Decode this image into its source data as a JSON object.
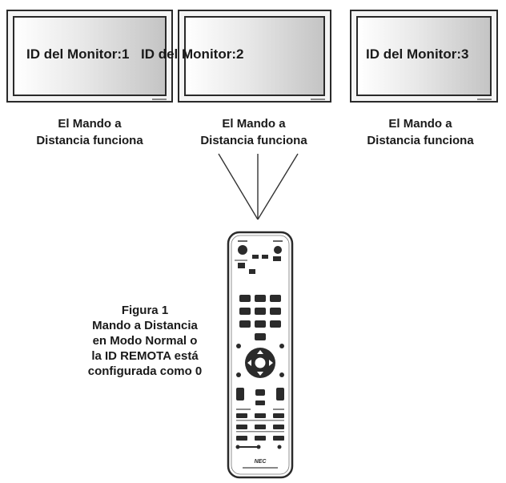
{
  "monitors": [
    {
      "id_label": "ID del Monitor:1",
      "status_line1": "El Mando a",
      "status_line2": "Distancia funciona"
    },
    {
      "id_label": "ID del Monitor:2",
      "status_line1": "El Mando a",
      "status_line2": "Distancia funciona"
    },
    {
      "id_label": "ID del Monitor:3",
      "status_line1": "El Mando a",
      "status_line2": "Distancia funciona"
    }
  ],
  "caption": {
    "lines": [
      "Figura 1",
      "Mando a Distancia",
      "en Modo Normal o",
      "la ID REMOTA está",
      "configurada como 0"
    ]
  },
  "remote": {
    "brand": "NEC",
    "body_color": "#ffffff",
    "button_color": "#2b2b2b"
  }
}
